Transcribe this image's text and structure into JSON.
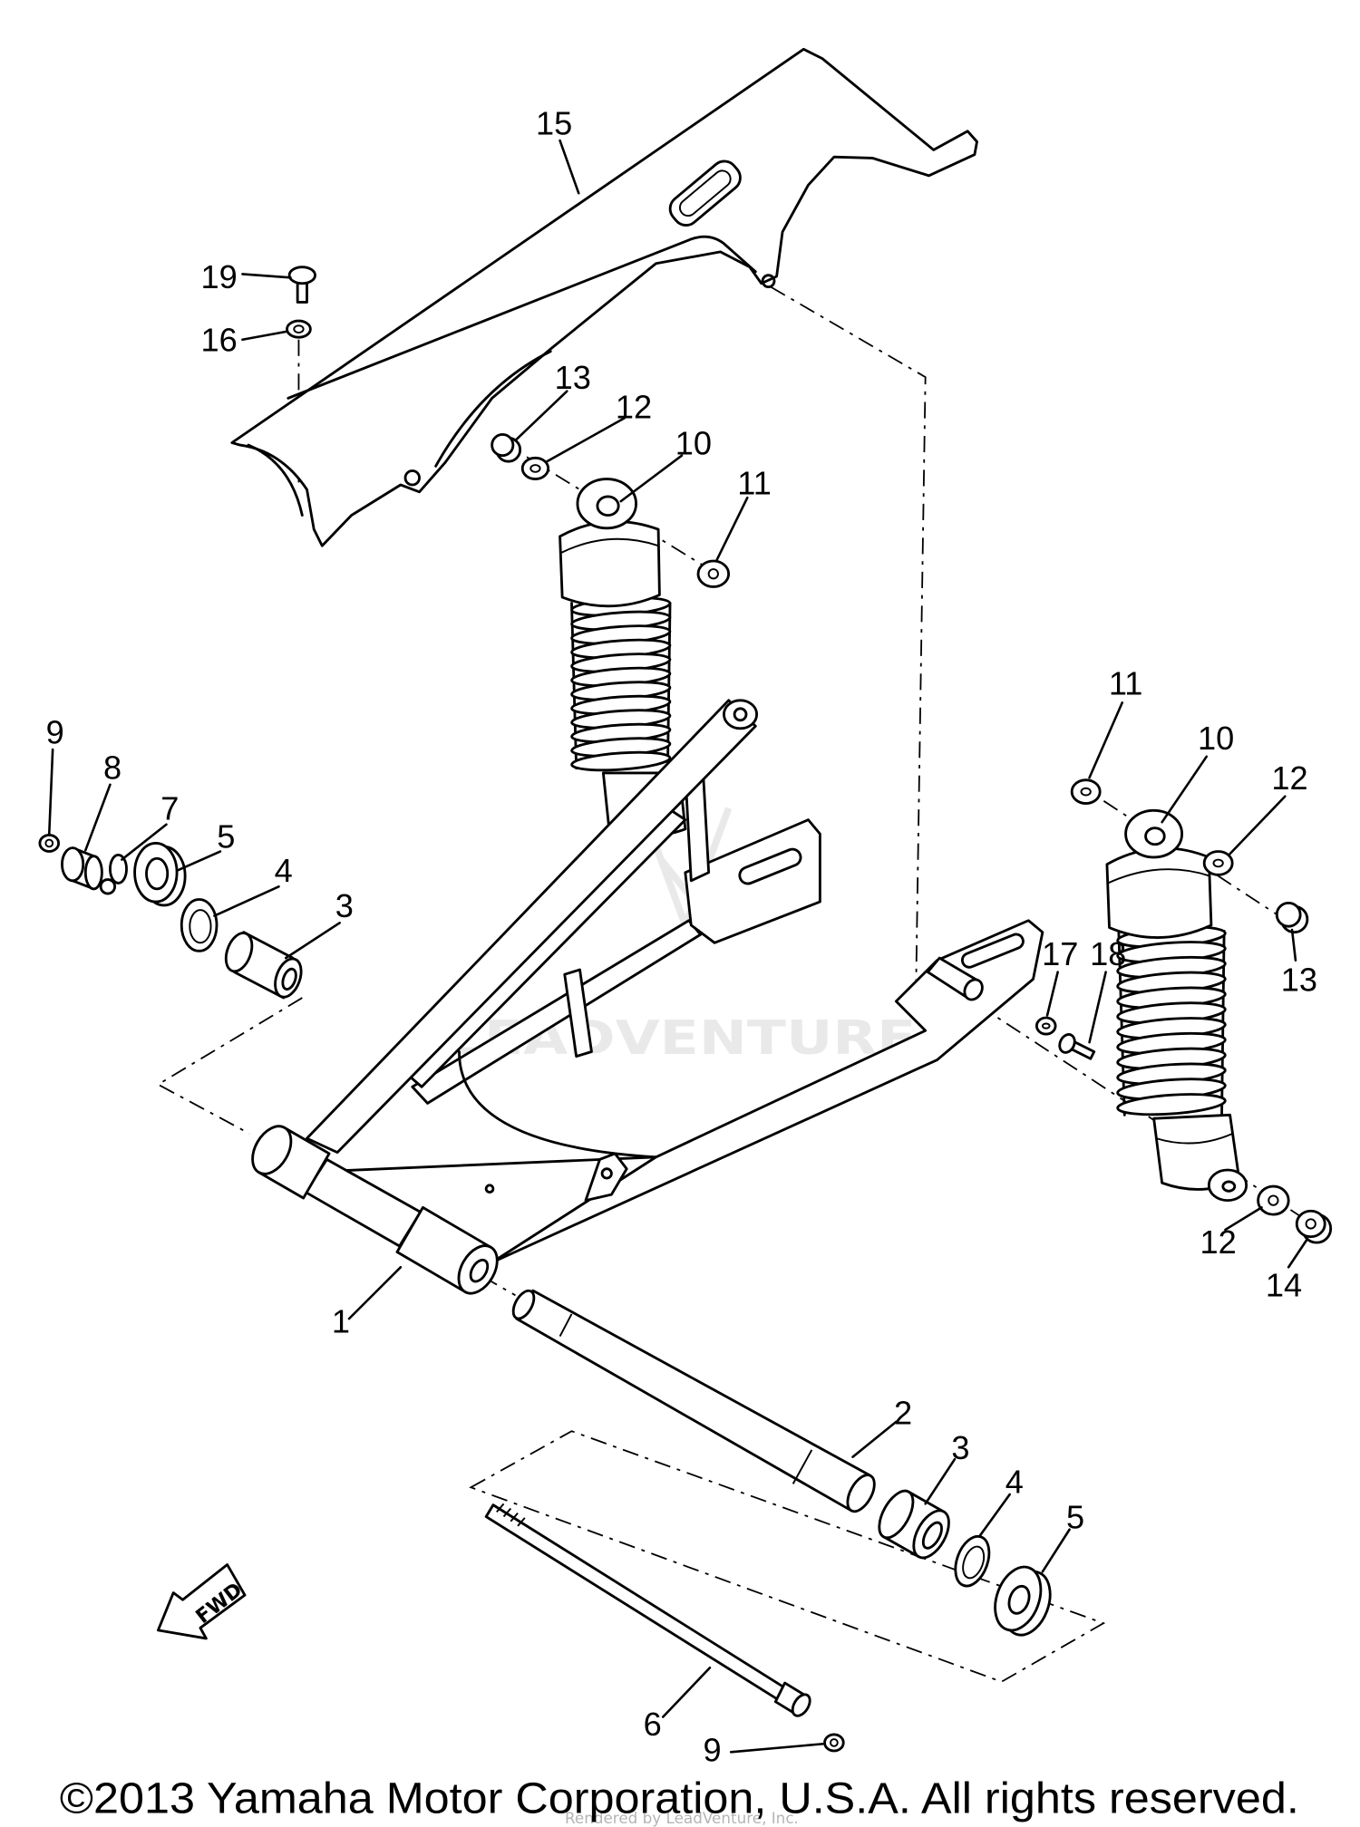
{
  "colors": {
    "line": "#000000",
    "background": "#ffffff",
    "watermark": "#e9e9e9"
  },
  "diagram": {
    "callouts": [
      "15",
      "19",
      "16",
      "13",
      "12",
      "10",
      "11",
      "9",
      "8",
      "7",
      "5",
      "4",
      "3",
      "11",
      "10",
      "12",
      "13",
      "17",
      "18",
      "12",
      "14",
      "1",
      "2",
      "3",
      "4",
      "5",
      "6",
      "9"
    ],
    "fwd_label": "FWD"
  },
  "watermark": {
    "text": "LEADVENTURE"
  },
  "footer": {
    "copyright": "©2013 Yamaha Motor Corporation, U.S.A. All rights reserved.",
    "rendered_by": "Rendered by LeadVenture, Inc."
  }
}
